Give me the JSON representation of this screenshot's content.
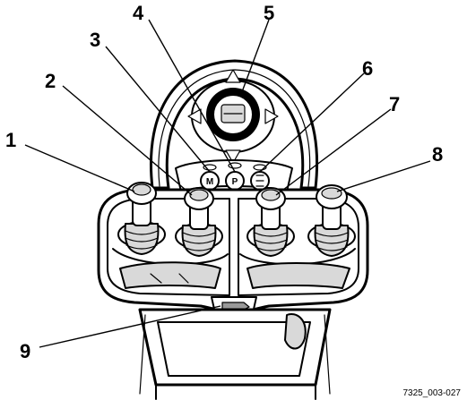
{
  "callouts": [
    {
      "label": "1"
    },
    {
      "label": "2"
    },
    {
      "label": "3"
    },
    {
      "label": "4"
    },
    {
      "label": "5"
    },
    {
      "label": "6"
    },
    {
      "label": "7"
    },
    {
      "label": "8"
    },
    {
      "label": "9"
    }
  ],
  "figure_ref": "7325_003-027",
  "buttons": {
    "button_3": "M",
    "button_4": "P"
  }
}
